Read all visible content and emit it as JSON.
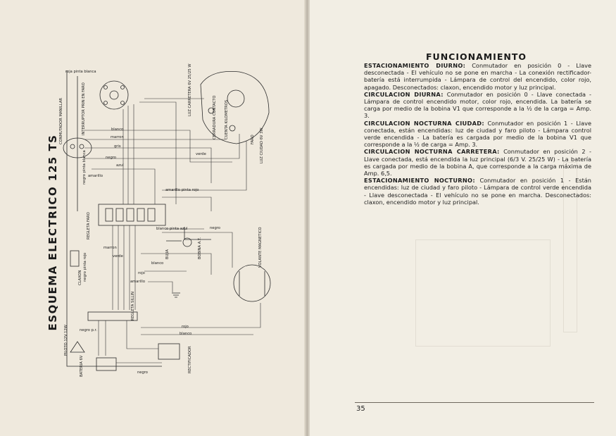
{
  "left_page": {
    "title": "ESQUEMA ELECTRICO 125 TS",
    "labels": {
      "roja_pinta_blanca": "roja pinta blanca",
      "interruptor_faro": "INTERRUPTOR PRIN EN FARO",
      "luz_carretera": "LUZ CARRETERA 6V 25/25 W",
      "conmutador_manillar": "CONMUTADOR MANILLAR",
      "blanco": "blanco",
      "marron": "marron",
      "gris": "gris",
      "negro": "negro",
      "azul": "azul",
      "amarillo": "amarillo",
      "verde": "verde",
      "rojo": "rojo",
      "amarillo_pinta_rojo": "amarillo pinta rojo",
      "negro_pinta_blanca": "negro pinta blanca",
      "cerradura_contacto": "CERRADURA CONTACTO",
      "cuenta_kilometros": "CUENTA KILOMETROS",
      "faro": "FARO",
      "luz_ciudad": "LUZ CIUDAD 6V 3W",
      "regleta_faro": "REGLETA FARO",
      "blanco_pinta_azul": "blanco pinta azul",
      "bujia": "BUJIA",
      "bobina_at": "BOBINA A.T.",
      "volante_magnetico": "VOLANTE MAGNETICO",
      "claxon": "CLAXON",
      "negro_pinta_rojo": "negro pinta rojo",
      "regleta_sillin": "REGLETA SILLIN",
      "piloto": "PILOTO 12V 12W",
      "negro_p": "negro p.r.",
      "bateria": "BATERIA 6V",
      "rectificador": "RECTIFICADOR"
    }
  },
  "right_page": {
    "title": "FUNCIONAMIENTO",
    "sections": [
      {
        "heading": "ESTACIONAMIENTO DIURNO:",
        "text": "Conmutador en posición 0 - Llave desconectada - El vehículo no se pone en marcha - La conexión rectificador-batería está interrumpida - Lámpara de control del encendido, color rojo, apagado. Desconectados: claxon, encendido motor y luz principal."
      },
      {
        "heading": "CIRCULACION DIURNA:",
        "text": "Conmutador en posición 0 - Llave conectada - Lámpara de control encendido motor, color rojo, encendida. La batería se carga por medio de la bobina V1 que corresponde a la ½ de la carga = Amp. 3."
      },
      {
        "heading": "CIRCULACION NOCTURNA CIUDAD:",
        "text": "Conmutador en posición 1 - Llave conectada, están encendidas: luz de ciudad y faro piloto - Lámpara control verde encendida - La batería es cargada por medio de la bobina V1 que corresponde a la ½ de carga = Amp. 3."
      },
      {
        "heading": "CIRCULACION NOCTURNA CARRETERA:",
        "text": "Conmutador en posición 2 - Llave conectada, está encendida la luz principal (6/3 V. 25/25 W) - La batería es cargada por medio de la bobina A, que corresponde a la carga máxima de Amp. 6,5."
      },
      {
        "heading": "ESTACIONAMIENTO NOCTURNO:",
        "text": "Conmutador en posición 1 - Están encendidas: luz de ciudad y faro piloto - Lámpara de control verde encendida - Llave desconectada - El vehículo no se pone en marcha. Desconectados: claxon, encendido motor y luz principal."
      }
    ],
    "page_number": "35"
  }
}
